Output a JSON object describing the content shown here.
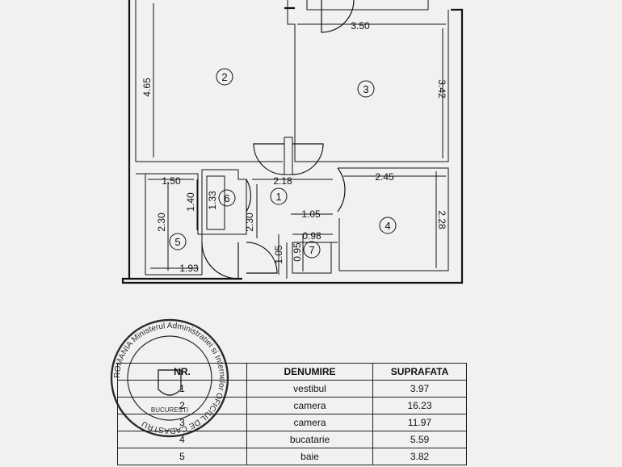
{
  "plan": {
    "dimensions": {
      "d_350": "3.50",
      "d_465": "4.65",
      "d_342": "3.42",
      "d_218": "2.18",
      "d_245": "2.45",
      "d_150": "1.50",
      "d_140": "1.40",
      "d_133": "1.33",
      "d_230a": "2.30",
      "d_230b": "2.30",
      "d_105a": "1.05",
      "d_105b": "1.05",
      "d_098": "0.98",
      "d_095": "0.95",
      "d_228": "2.28",
      "d_193": "1.93"
    },
    "rooms": [
      "1",
      "2",
      "3",
      "4",
      "5",
      "6",
      "7"
    ]
  },
  "stamp": {
    "outer_text": "ROMANIA Ministerul Administratiei si Internelor OFICIUL DE CADASTRU",
    "city": "BUCURESTI",
    "label": "NR."
  },
  "table": {
    "headers": [
      "NR.",
      "DENUMIRE",
      "SUPRAFATA"
    ],
    "rows": [
      [
        "1",
        "vestibul",
        "3.97"
      ],
      [
        "2",
        "camera",
        "16.23"
      ],
      [
        "3",
        "camera",
        "11.97"
      ],
      [
        "4",
        "bucatarie",
        "5.59"
      ],
      [
        "5",
        "baie",
        "3.82"
      ]
    ]
  }
}
